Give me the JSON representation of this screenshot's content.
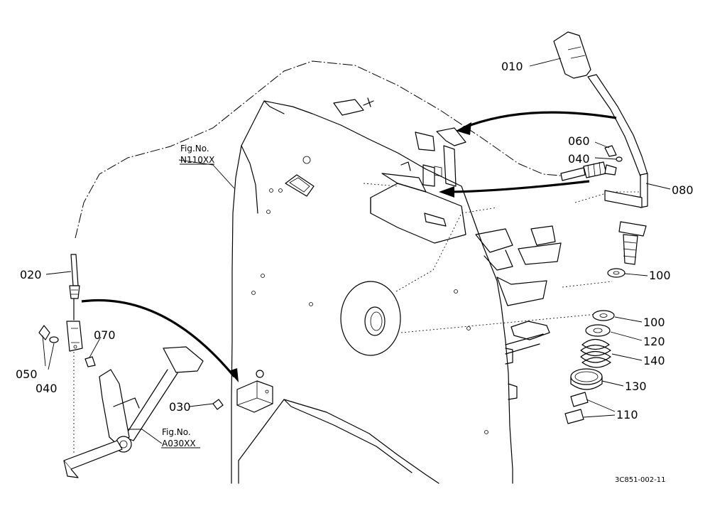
{
  "parts": [
    {
      "id": "part-010",
      "label": "010"
    },
    {
      "id": "part-020",
      "label": "020"
    },
    {
      "id": "part-030",
      "label": "030"
    },
    {
      "id": "part-040-upper",
      "label": "040"
    },
    {
      "id": "part-040-lower",
      "label": "040"
    },
    {
      "id": "part-050",
      "label": "050"
    },
    {
      "id": "part-060",
      "label": "060"
    },
    {
      "id": "part-070",
      "label": "070"
    },
    {
      "id": "part-080",
      "label": "080"
    },
    {
      "id": "part-100-upper",
      "label": "100"
    },
    {
      "id": "part-100-lower",
      "label": "100"
    },
    {
      "id": "part-110",
      "label": "110"
    },
    {
      "id": "part-120",
      "label": "120"
    },
    {
      "id": "part-130",
      "label": "130"
    },
    {
      "id": "part-140",
      "label": "140"
    }
  ],
  "references": [
    {
      "id": "ref-n110xx",
      "line1": "Fig.No.",
      "line2": "N110XX"
    },
    {
      "id": "ref-a030xx",
      "line1": "Fig.No.",
      "line2": "A030XX"
    }
  ],
  "diagram_code": "3C851-002-11"
}
